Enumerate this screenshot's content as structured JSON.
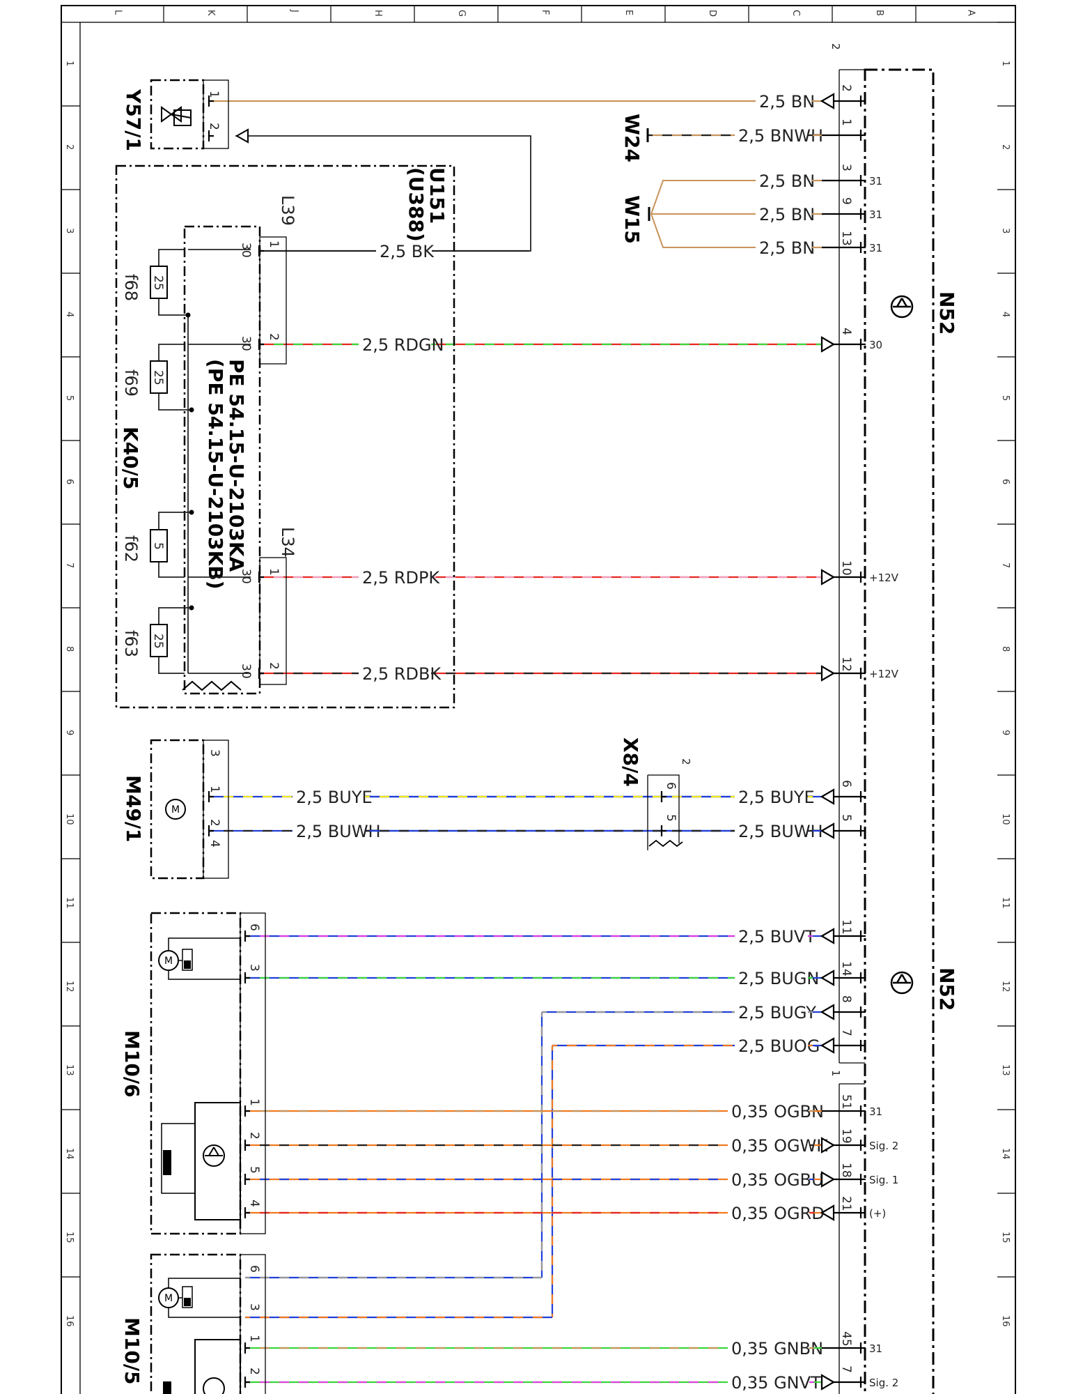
{
  "grid": {
    "columns": [
      "L",
      "K",
      "J",
      "H",
      "G",
      "F",
      "E",
      "D",
      "C",
      "B",
      "A"
    ],
    "rows": [
      "1",
      "2",
      "3",
      "4",
      "5",
      "6",
      "7",
      "8",
      "9",
      "10",
      "11",
      "12",
      "13",
      "14",
      "15",
      "16"
    ]
  },
  "sheet_labels": {
    "ref_top": "2",
    "x84_ref": "2",
    "m10_ref": "1"
  },
  "components": {
    "y57": "Y57/1",
    "w24": "W24",
    "w15": "W15",
    "u151": "U151",
    "u388": "(U388)",
    "l39": "L39",
    "l34": "L34",
    "k40": "K40/5",
    "pe1": "PE 54.15-U-2103KA",
    "pe2": "(PE 54.15-U-2103KB)",
    "m49": "M49/1",
    "x84": "X8/4",
    "m106": "M10/6",
    "m105": "M10/5",
    "n52a": "N52",
    "n52b": "N52"
  },
  "fuses": [
    {
      "name": "f68",
      "rating": "25"
    },
    {
      "name": "f69",
      "rating": "25"
    },
    {
      "name": "f62",
      "rating": "5"
    },
    {
      "name": "f63",
      "rating": "25"
    }
  ],
  "pins": {
    "y57_1": "1",
    "y57_2": "2",
    "l39_1": "1",
    "l39_2": "2",
    "l39_30a": "30",
    "l39_30b": "30",
    "l34_1": "1",
    "l34_2": "2",
    "l34_30a": "30",
    "l34_30b": "30",
    "m49_3": "3",
    "m49_1": "1",
    "m49_2": "2",
    "m49_4": "4",
    "x84_6": "6",
    "x84_5": "5",
    "m106_6": "6",
    "m106_3": "3",
    "m106_1": "1",
    "m106_2": "2",
    "m106_5": "5",
    "m106_4": "4",
    "m105_6": "6",
    "m105_3": "3",
    "m105_1": "1",
    "m105_2": "2"
  },
  "wires": [
    {
      "id": "w01",
      "label": "2,5 BN",
      "colors": [
        "#c8935a"
      ],
      "n52_pin": "2",
      "func": ""
    },
    {
      "id": "w02",
      "label": "2,5 BNWH",
      "colors": [
        "#c8935a",
        "#222222"
      ],
      "n52_pin": "1",
      "func": ""
    },
    {
      "id": "w03",
      "label": "2,5 BN",
      "colors": [
        "#c8935a"
      ],
      "n52_pin": "3",
      "func": "31"
    },
    {
      "id": "w04",
      "label": "2,5 BN",
      "colors": [
        "#c8935a"
      ],
      "n52_pin": "9",
      "func": "31"
    },
    {
      "id": "w05",
      "label": "2,5 BN",
      "colors": [
        "#c8935a"
      ],
      "n52_pin": "13",
      "func": "31"
    },
    {
      "id": "w06",
      "label": "2,5 BK",
      "colors": [
        "#222222"
      ],
      "n52_pin": "",
      "func": ""
    },
    {
      "id": "w07",
      "label": "2,5 RDGN",
      "colors": [
        "#e52620",
        "#3ad63a"
      ],
      "n52_pin": "4",
      "func": "30"
    },
    {
      "id": "w08",
      "label": "2,5 RDPK",
      "colors": [
        "#e52620",
        "#f0a0c0"
      ],
      "n52_pin": "10",
      "func": "+12V"
    },
    {
      "id": "w09",
      "label": "2,5 RDBK",
      "colors": [
        "#e52620",
        "#222222"
      ],
      "n52_pin": "12",
      "func": "+12V"
    },
    {
      "id": "w10",
      "label": "2,5 BUYE",
      "colors": [
        "#1f3fd8",
        "#f2e81e"
      ],
      "n52_pin": "6",
      "func": ""
    },
    {
      "id": "w11",
      "label": "2,5 BUWH",
      "colors": [
        "#1f3fd8",
        "#222222"
      ],
      "n52_pin": "5",
      "func": ""
    },
    {
      "id": "w12",
      "label": "2,5 BUVT",
      "colors": [
        "#1f3fd8",
        "#e040e0"
      ],
      "n52_pin": "11",
      "func": ""
    },
    {
      "id": "w13",
      "label": "2,5 BUGN",
      "colors": [
        "#1f3fd8",
        "#3ad63a"
      ],
      "n52_pin": "14",
      "func": ""
    },
    {
      "id": "w14",
      "label": "2,5 BUGY",
      "colors": [
        "#1f3fd8",
        "#999999"
      ],
      "n52_pin": "8",
      "func": ""
    },
    {
      "id": "w15",
      "label": "2,5 BUOG",
      "colors": [
        "#1f3fd8",
        "#f07a20"
      ],
      "n52_pin": "7",
      "func": ""
    },
    {
      "id": "w16",
      "label": "0,35 OGBN",
      "colors": [
        "#f07a20",
        "#c8935a"
      ],
      "n52_pin": "51",
      "func": "31"
    },
    {
      "id": "w17",
      "label": "0,35 OGWH",
      "colors": [
        "#f07a20",
        "#222222"
      ],
      "n52_pin": "19",
      "func": "Sig. 2"
    },
    {
      "id": "w18",
      "label": "0,35 OGBU",
      "colors": [
        "#f07a20",
        "#1f3fd8"
      ],
      "n52_pin": "18",
      "func": "Sig. 1"
    },
    {
      "id": "w19",
      "label": "0,35 OGRD",
      "colors": [
        "#f07a20",
        "#e52620"
      ],
      "n52_pin": "21",
      "func": "(+)"
    },
    {
      "id": "w20",
      "label": "0,35 GNBN",
      "colors": [
        "#3ad63a",
        "#c8935a"
      ],
      "n52_pin": "45",
      "func": "31"
    },
    {
      "id": "w21",
      "label": "0,35 GNVT",
      "colors": [
        "#3ad63a",
        "#e040e0"
      ],
      "n52_pin": "7",
      "func": "Sig. 2"
    }
  ]
}
